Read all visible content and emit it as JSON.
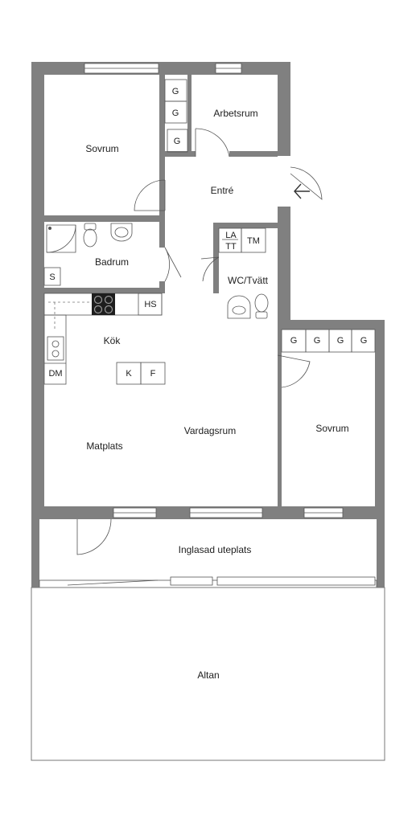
{
  "rooms": {
    "sovrum_nw": "Sovrum",
    "arbetsrum": "Arbetsrum",
    "entre": "Entré",
    "badrum": "Badrum",
    "wc_tvatt": "WC/Tvätt",
    "kok": "Kök",
    "matplats": "Matplats",
    "vardagsrum": "Vardagsrum",
    "sovrum_se": "Sovrum",
    "inglasad_uteplats": "Inglasad uteplats",
    "altan": "Altan"
  },
  "fixtures": {
    "wardrobe": "G",
    "shower": "S",
    "stove_hood": "HS",
    "dishwasher": "DM",
    "fridge": "K",
    "freezer": "F",
    "washer": "TM",
    "la": "LA",
    "tt": "TT"
  },
  "icons": {
    "entrance_arrow": "arrow-left-icon"
  },
  "colors": {
    "wall": "#808080",
    "line": "#555555",
    "text": "#1e1e1e"
  }
}
